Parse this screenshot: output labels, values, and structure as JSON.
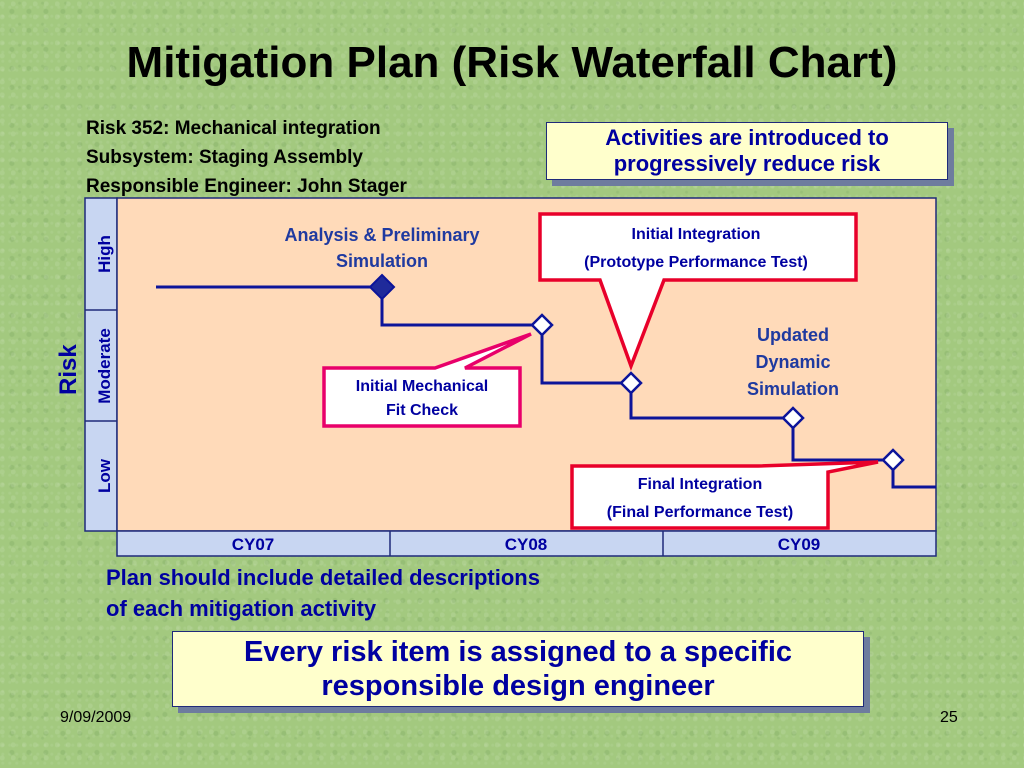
{
  "title": "Mitigation Plan (Risk Waterfall Chart)",
  "risk_info": {
    "risk": "Risk 352: Mechanical integration",
    "subsystem": "Subsystem: Staging Assembly",
    "engineer": "Responsible Engineer: John Stager"
  },
  "top_callout": {
    "line1": "Activities are introduced to",
    "line2": "progressively reduce risk"
  },
  "axis": {
    "y_title": "Risk",
    "levels": [
      "High",
      "Moderate",
      "Low"
    ],
    "years": [
      "CY07",
      "CY08",
      "CY09"
    ]
  },
  "annotations": {
    "analysis": [
      "Analysis & Preliminary",
      "Simulation"
    ],
    "initial_integration": [
      "Initial Integration",
      "(Prototype Performance Test)"
    ],
    "updated": [
      "Updated",
      "Dynamic",
      "Simulation"
    ],
    "mech_fit": [
      "Initial Mechanical",
      "Fit Check"
    ],
    "final_integration": [
      "Final Integration",
      "(Final Performance Test)"
    ]
  },
  "plan_note": {
    "line1": "Plan should include detailed descriptions",
    "line2": "of each mitigation activity"
  },
  "bottom_callout": {
    "line1": "Every risk item is assigned to a specific",
    "line2": "responsible design engineer"
  },
  "footer": {
    "date": "9/09/2009",
    "page": "25"
  },
  "colors": {
    "background": "#a3c97f",
    "chart_bg": "#ffdab9",
    "axis_blue": "#0000a0",
    "callout_red": "#e8002a",
    "callout_pink": "#e8006a",
    "panel_blue": "#c8d6f2"
  },
  "chart_data": {
    "type": "line",
    "description": "Stepwise risk waterfall: risk level decreases as mitigation activities complete",
    "y_categories": [
      "Low",
      "Moderate",
      "High"
    ],
    "x_categories": [
      "CY07",
      "CY08",
      "CY09"
    ],
    "steps": [
      {
        "label": "Analysis & Preliminary Simulation",
        "marker": "filled-diamond"
      },
      {
        "label": "Initial Mechanical Fit Check",
        "marker": "open-diamond"
      },
      {
        "label": "Initial Integration (Prototype Performance Test)",
        "marker": "open-diamond"
      },
      {
        "label": "Updated Dynamic Simulation",
        "marker": "open-diamond"
      },
      {
        "label": "Final Integration (Final Performance Test)",
        "marker": "open-diamond"
      }
    ]
  }
}
